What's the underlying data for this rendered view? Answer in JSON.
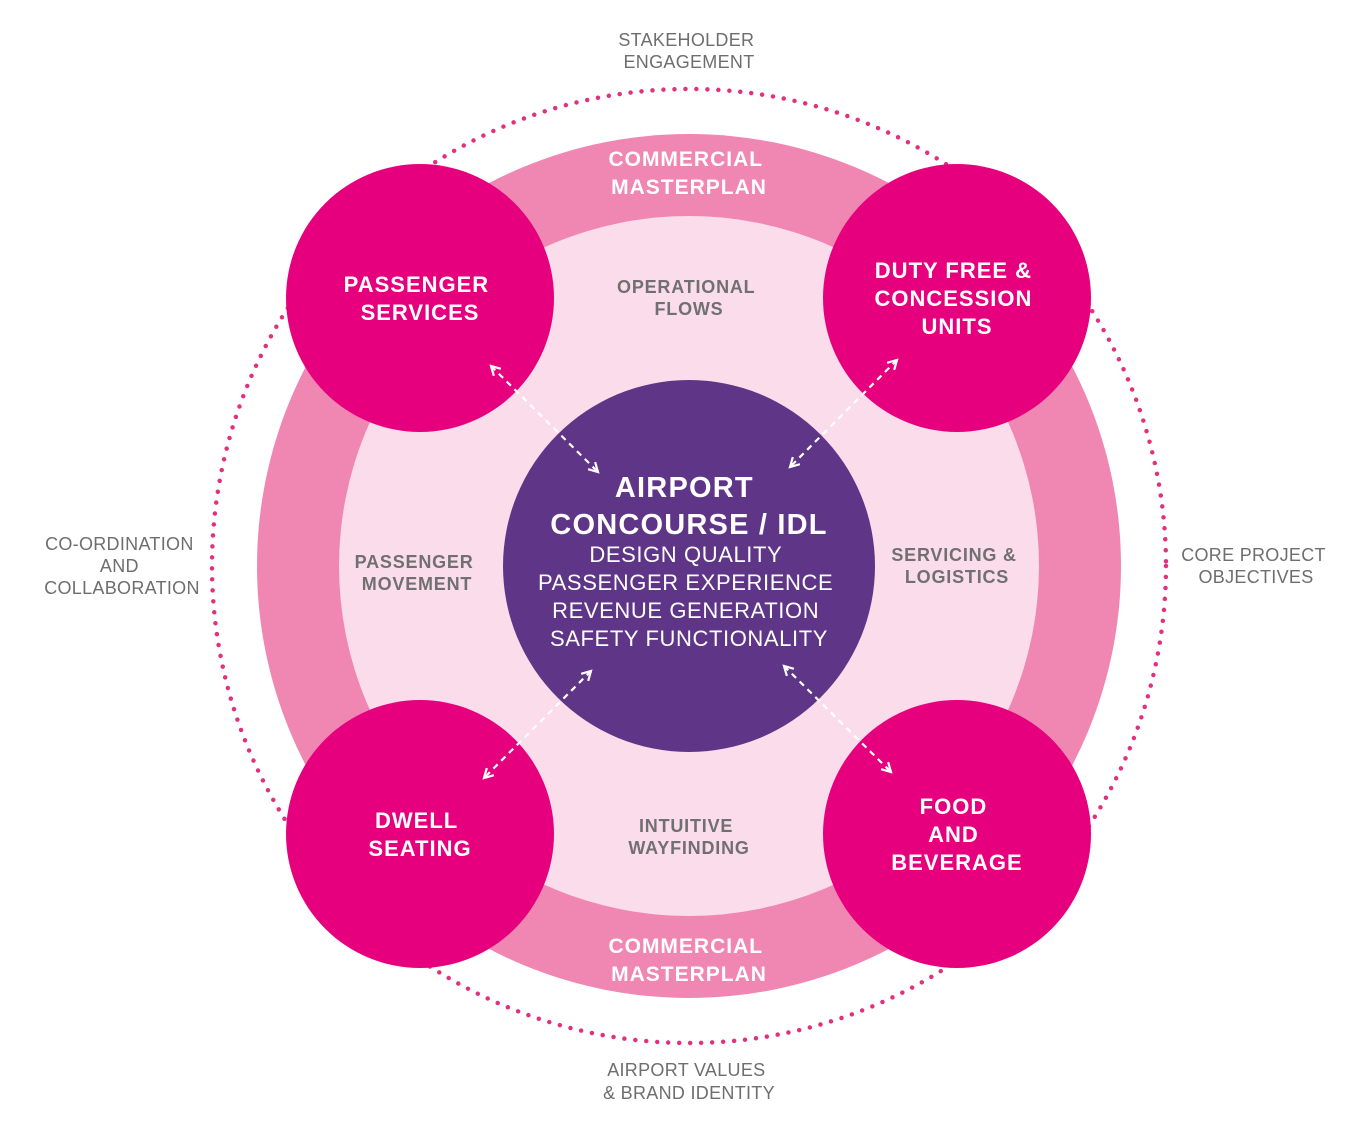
{
  "colors": {
    "dotted_ring": "#e2307f",
    "outer_ring": "#f087b3",
    "inner_disc": "#fbdcea",
    "node": "#e6007e",
    "center": "#5f3587",
    "arrow": "#ffffff",
    "outer_text": "#6e6e6e",
    "inner_text": "#707070"
  },
  "outer_labels": {
    "top": [
      "STAKEHOLDER",
      "ENGAGEMENT"
    ],
    "left": [
      "CO-ORDINATION",
      "AND",
      "COLLABORATION"
    ],
    "right": [
      "CORE PROJECT",
      "OBJECTIVES"
    ],
    "bottom": [
      "AIRPORT VALUES",
      "& BRAND IDENTITY"
    ]
  },
  "ring_labels": {
    "top": [
      "COMMERCIAL",
      "MASTERPLAN"
    ],
    "bottom": [
      "COMMERCIAL",
      "MASTERPLAN"
    ]
  },
  "inner_labels": {
    "top": [
      "OPERATIONAL",
      "FLOWS"
    ],
    "left": [
      "PASSENGER",
      "MOVEMENT"
    ],
    "right": [
      "SERVICING &",
      "LOGISTICS"
    ],
    "bottom": [
      "INTUITIVE",
      "WAYFINDING"
    ]
  },
  "nodes": {
    "top_left": [
      "PASSENGER",
      "SERVICES"
    ],
    "top_right": [
      "DUTY FREE &",
      "CONCESSION",
      "UNITS"
    ],
    "bottom_left": [
      "DWELL",
      "SEATING"
    ],
    "bottom_right": [
      "FOOD",
      "AND",
      "BEVERAGE"
    ]
  },
  "center": {
    "title": [
      "AIRPORT",
      "CONCOURSE / IDL"
    ],
    "items": [
      "DESIGN QUALITY",
      "PASSENGER EXPERIENCE",
      "REVENUE GENERATION",
      "SAFETY FUNCTIONALITY"
    ]
  }
}
